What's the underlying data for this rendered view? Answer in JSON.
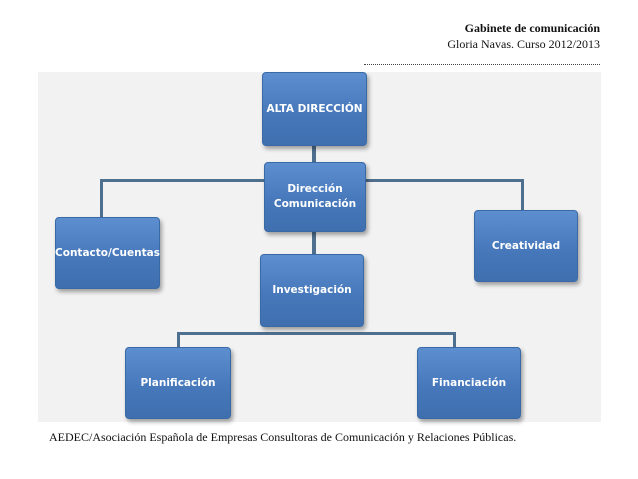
{
  "header": {
    "title": "Gabinete de comunicación",
    "subtitle": "Gloria Navas. Curso 2012/2013"
  },
  "diagram": {
    "nodes": {
      "alta_direccion": "ALTA DIRECCIÓN",
      "direccion_comunicacion": "Dirección\nComunicación",
      "contacto_cuentas": "Contacto/Cuentas",
      "creatividad": "Creatividad",
      "investigacion": "Investigación",
      "planificacion": "Planificación",
      "financiacion": "Financiación"
    },
    "colors": {
      "box": "#4a7cbf",
      "connector": "#4f6f8f",
      "background": "#f2f2f2"
    }
  },
  "footer": {
    "caption": "AEDEC/Asociación Española de Empresas Consultoras de Comunicación y Relaciones Públicas."
  }
}
